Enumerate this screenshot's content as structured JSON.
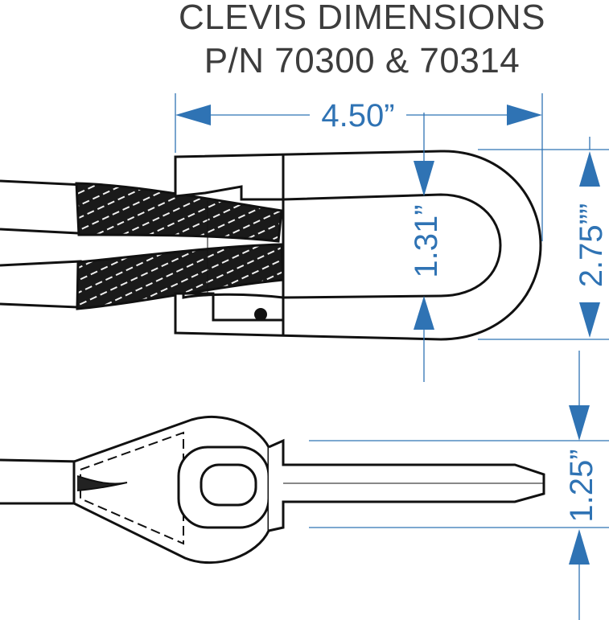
{
  "title": {
    "line1": "CLEVIS DIMENSIONS",
    "line2": "P/N 70300 & 70314"
  },
  "dimensions": {
    "overall_length": "4.50”",
    "inner_opening": "1.31”",
    "outer_width": "2.75””",
    "end_view_width": "1.25”"
  },
  "colors": {
    "dimension_blue": "#2f73b4",
    "outline": "#111111",
    "title_gray": "#3d3d3d"
  }
}
